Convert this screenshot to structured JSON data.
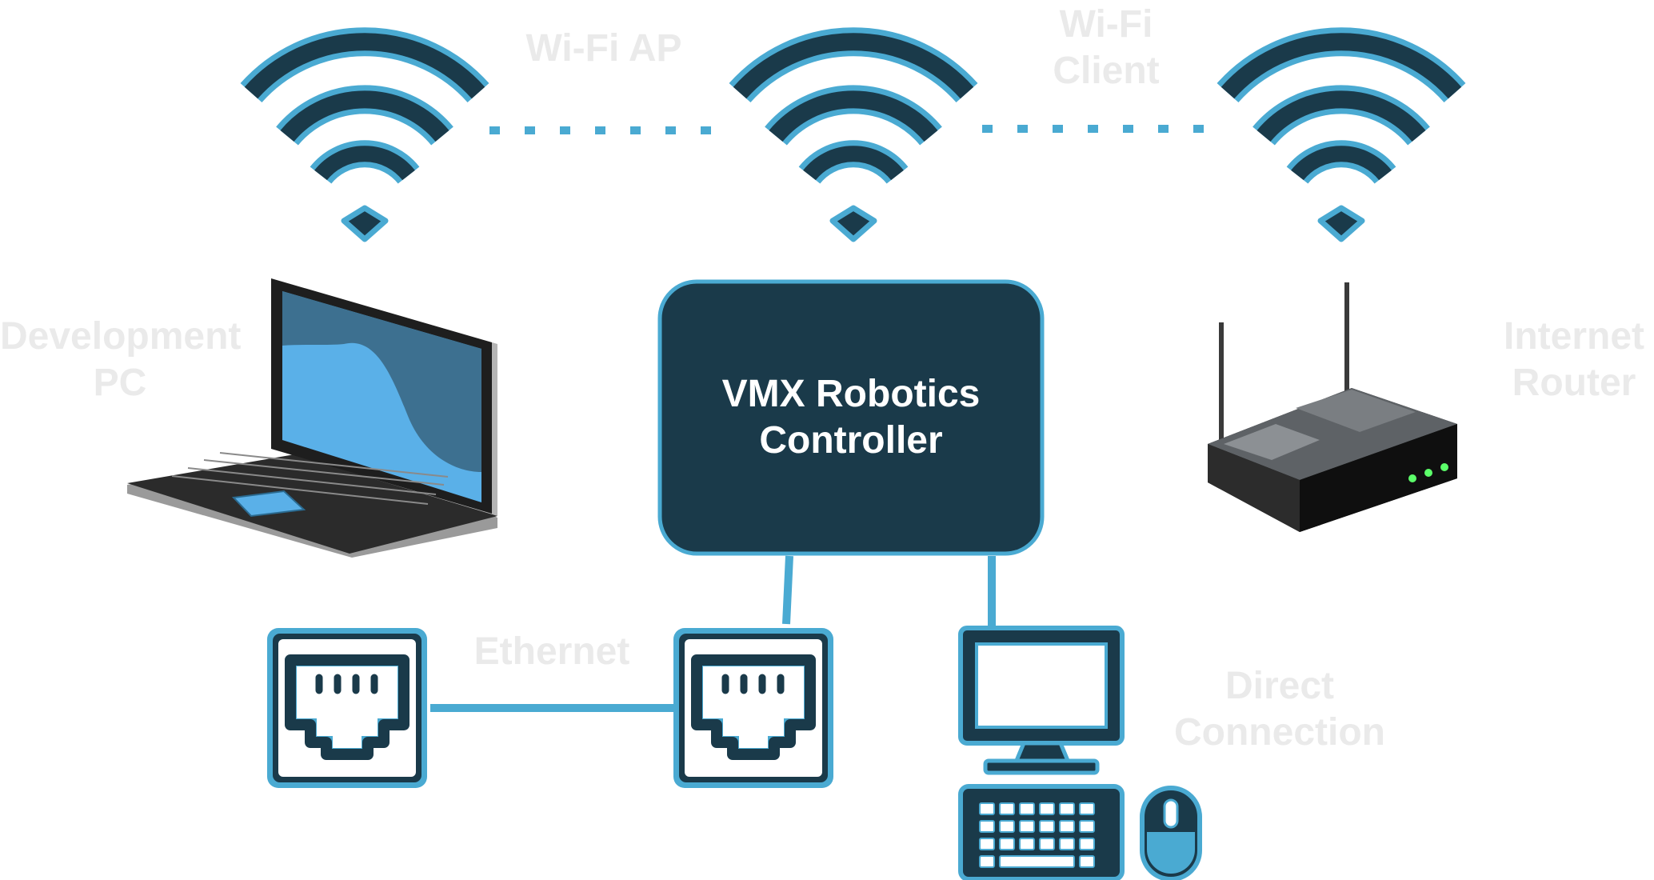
{
  "labels": {
    "wifi_ap": "Wi-Fi AP",
    "wifi_client_line1": "Wi-Fi",
    "wifi_client_line2": "Client",
    "dev_pc_line1": "Development",
    "dev_pc_line2": "PC",
    "router_line1": "Internet",
    "router_line2": "Router",
    "ethernet": "Ethernet",
    "direct_line1": "Direct",
    "direct_line2": "Connection"
  },
  "controller": {
    "line1": "VMX Robotics",
    "line2": "Controller"
  },
  "colors": {
    "dark_navy": "#1a3a4a",
    "accent_blue": "#4aaad2",
    "label_gray": "#eaeaea",
    "screen_blue": "#5ab0e8",
    "screen_dark": "#3d7090"
  },
  "icons": [
    "wifi-icon",
    "laptop-icon",
    "router-icon",
    "ethernet-port-icon",
    "monitor-icon",
    "keyboard-icon",
    "mouse-icon"
  ]
}
